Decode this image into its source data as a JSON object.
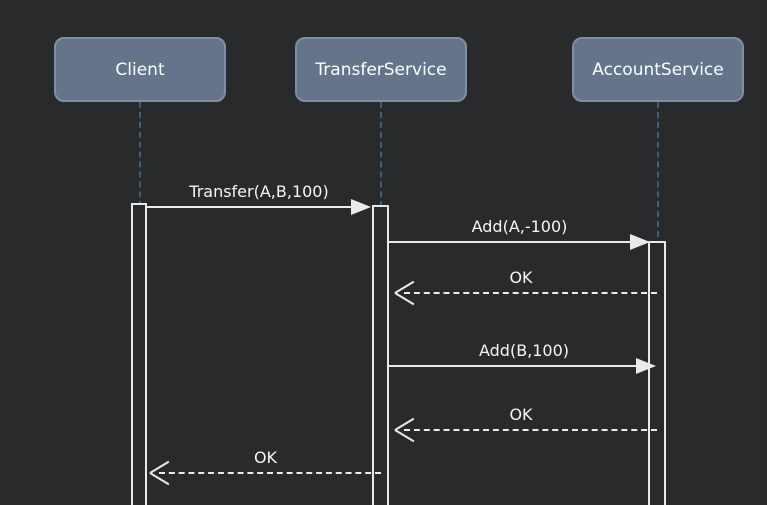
{
  "diagram": {
    "type": "uml-sequence-diagram",
    "participants": [
      {
        "name": "Client"
      },
      {
        "name": "TransferService"
      },
      {
        "name": "AccountService"
      }
    ],
    "messages": [
      {
        "from": "Client",
        "to": "TransferService",
        "label": "Transfer(A,B,100)",
        "kind": "sync-call-solid-arrow"
      },
      {
        "from": "TransferService",
        "to": "AccountService",
        "label": "Add(A,-100)",
        "kind": "sync-call-solid-arrow"
      },
      {
        "from": "AccountService",
        "to": "TransferService",
        "label": "OK",
        "kind": "return-dashed-arrow"
      },
      {
        "from": "TransferService",
        "to": "AccountService",
        "label": "Add(B,100)",
        "kind": "sync-call-solid-arrow"
      },
      {
        "from": "AccountService",
        "to": "TransferService",
        "label": "OK",
        "kind": "return-dashed-arrow"
      },
      {
        "from": "TransferService",
        "to": "Client",
        "label": "OK",
        "kind": "return-dashed-arrow"
      }
    ],
    "colors": {
      "background": "#292a2c",
      "participant_fill": "#64748a",
      "participant_border": "#7e8ea4",
      "lifeline": "#3f5d7d",
      "message_line": "#ebebeb",
      "text": "#ffffff"
    }
  }
}
